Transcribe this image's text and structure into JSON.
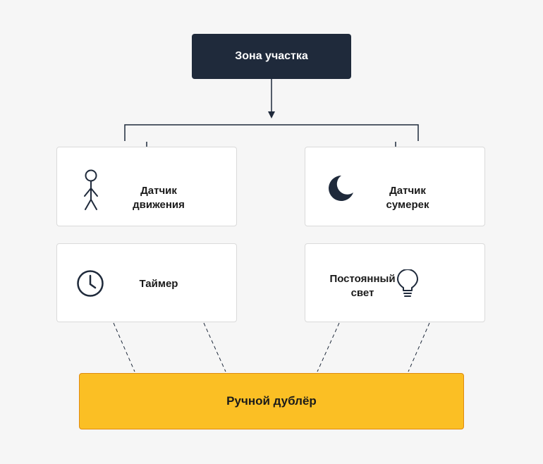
{
  "root": {
    "label": "Зона участка"
  },
  "modes": [
    {
      "id": "motion",
      "label": "Датчик\nдвижения",
      "icon": "person-icon"
    },
    {
      "id": "dusk",
      "label": "Датчик\nсумерек",
      "icon": "moon-icon"
    },
    {
      "id": "timer",
      "label": "Таймер",
      "icon": "clock-icon"
    },
    {
      "id": "constant",
      "label": "Постоянный\nсвет",
      "icon": "lightbulb-icon"
    }
  ],
  "override": {
    "label": "Ручной дублёр"
  },
  "colors": {
    "background": "#f6f6f6",
    "root_fill": "#1f2a3b",
    "override_fill": "#fbbf24",
    "override_border": "#e08b10",
    "line": "#1f2a3b"
  }
}
